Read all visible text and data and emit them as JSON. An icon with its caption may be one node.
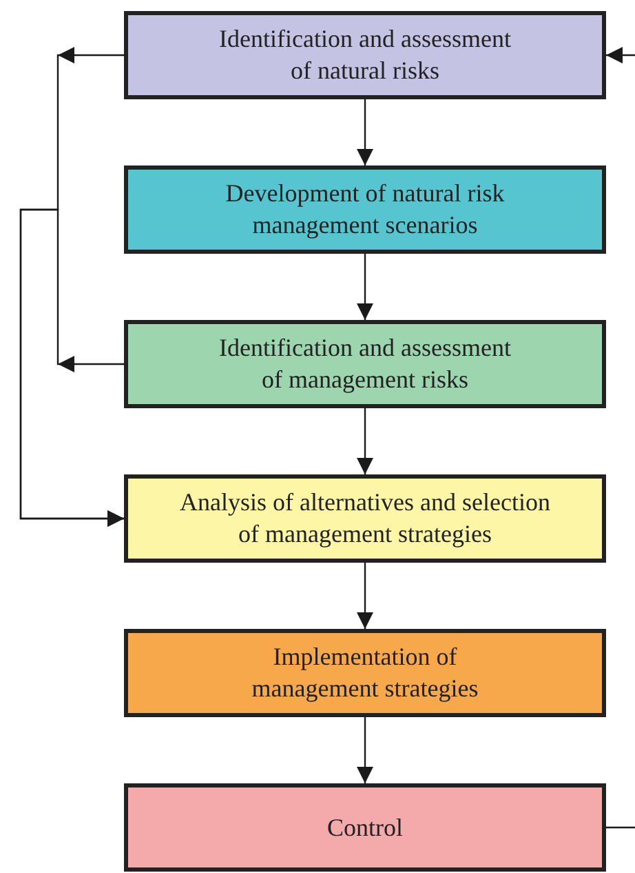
{
  "diagram": {
    "nodes": [
      {
        "text": [
          "Identification and assessment of natural risks"
        ]
      },
      {
        "text": [
          "Development of natural risk management scenarios"
        ]
      },
      {
        "text": [
          "Identification and assessment of management risks"
        ]
      },
      {
        "text": [
          "Analysis of alternatives and selection of management strategies"
        ]
      },
      {
        "text": [
          "Implementation of management strategies"
        ]
      },
      {
        "text": [
          "Control"
        ]
      }
    ],
    "edges": [
      {
        "from": 0,
        "to": 1,
        "arrow": "to"
      },
      {
        "from": 1,
        "to": 2,
        "arrow": "to"
      },
      {
        "from": 2,
        "to": 3,
        "arrow": "to"
      },
      {
        "from": 3,
        "to": 4,
        "arrow": "to"
      },
      {
        "from": 4,
        "to": 5,
        "arrow": "to"
      },
      {
        "from": 0,
        "to": 3,
        "arrow": "to"
      },
      {
        "from": 2,
        "to": 3,
        "arrow": "to"
      },
      {
        "from": 5,
        "to": null,
        "arrow": "none"
      },
      {
        "from": null,
        "to": 0,
        "arrow": "to"
      }
    ]
  }
}
